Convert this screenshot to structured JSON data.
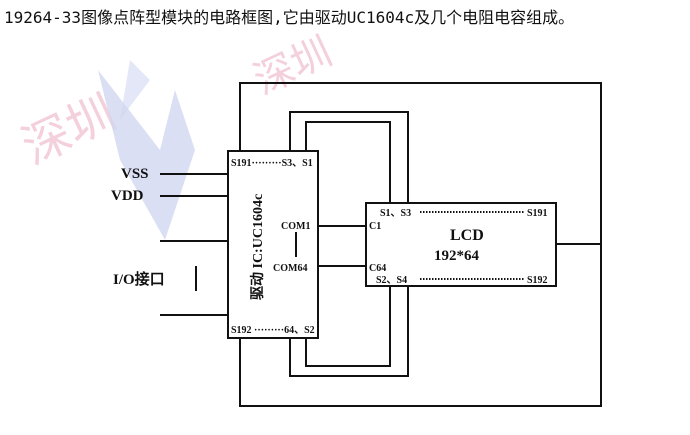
{
  "caption": "19264-33图像点阵型模块的电路框图,它由驱动UC1604c及几个电阻电容组成。",
  "watermark": {
    "text_main": "深圳",
    "text_right": "深圳"
  },
  "labels": {
    "vss": "VSS",
    "vdd": "VDD",
    "io": "I/O接口",
    "ic_title": "驱动 IC:UC1604c",
    "ic_top": "S191·········S3、S1",
    "ic_bottom": "S192 ·········64、S2",
    "com1": "COM1",
    "com64": "COM64",
    "lcd_top": "S1、S3",
    "lcd_top_right": "S191",
    "lcd_bottom": "S2、S4",
    "lcd_bottom_right": "S192",
    "c1": "C1",
    "c64": "C64",
    "lcd_title": "LCD",
    "lcd_res": "192*64"
  },
  "colors": {
    "line": "#111111",
    "watermark_pink": "#f2c8d6",
    "watermark_blue": "#c9cfef"
  }
}
